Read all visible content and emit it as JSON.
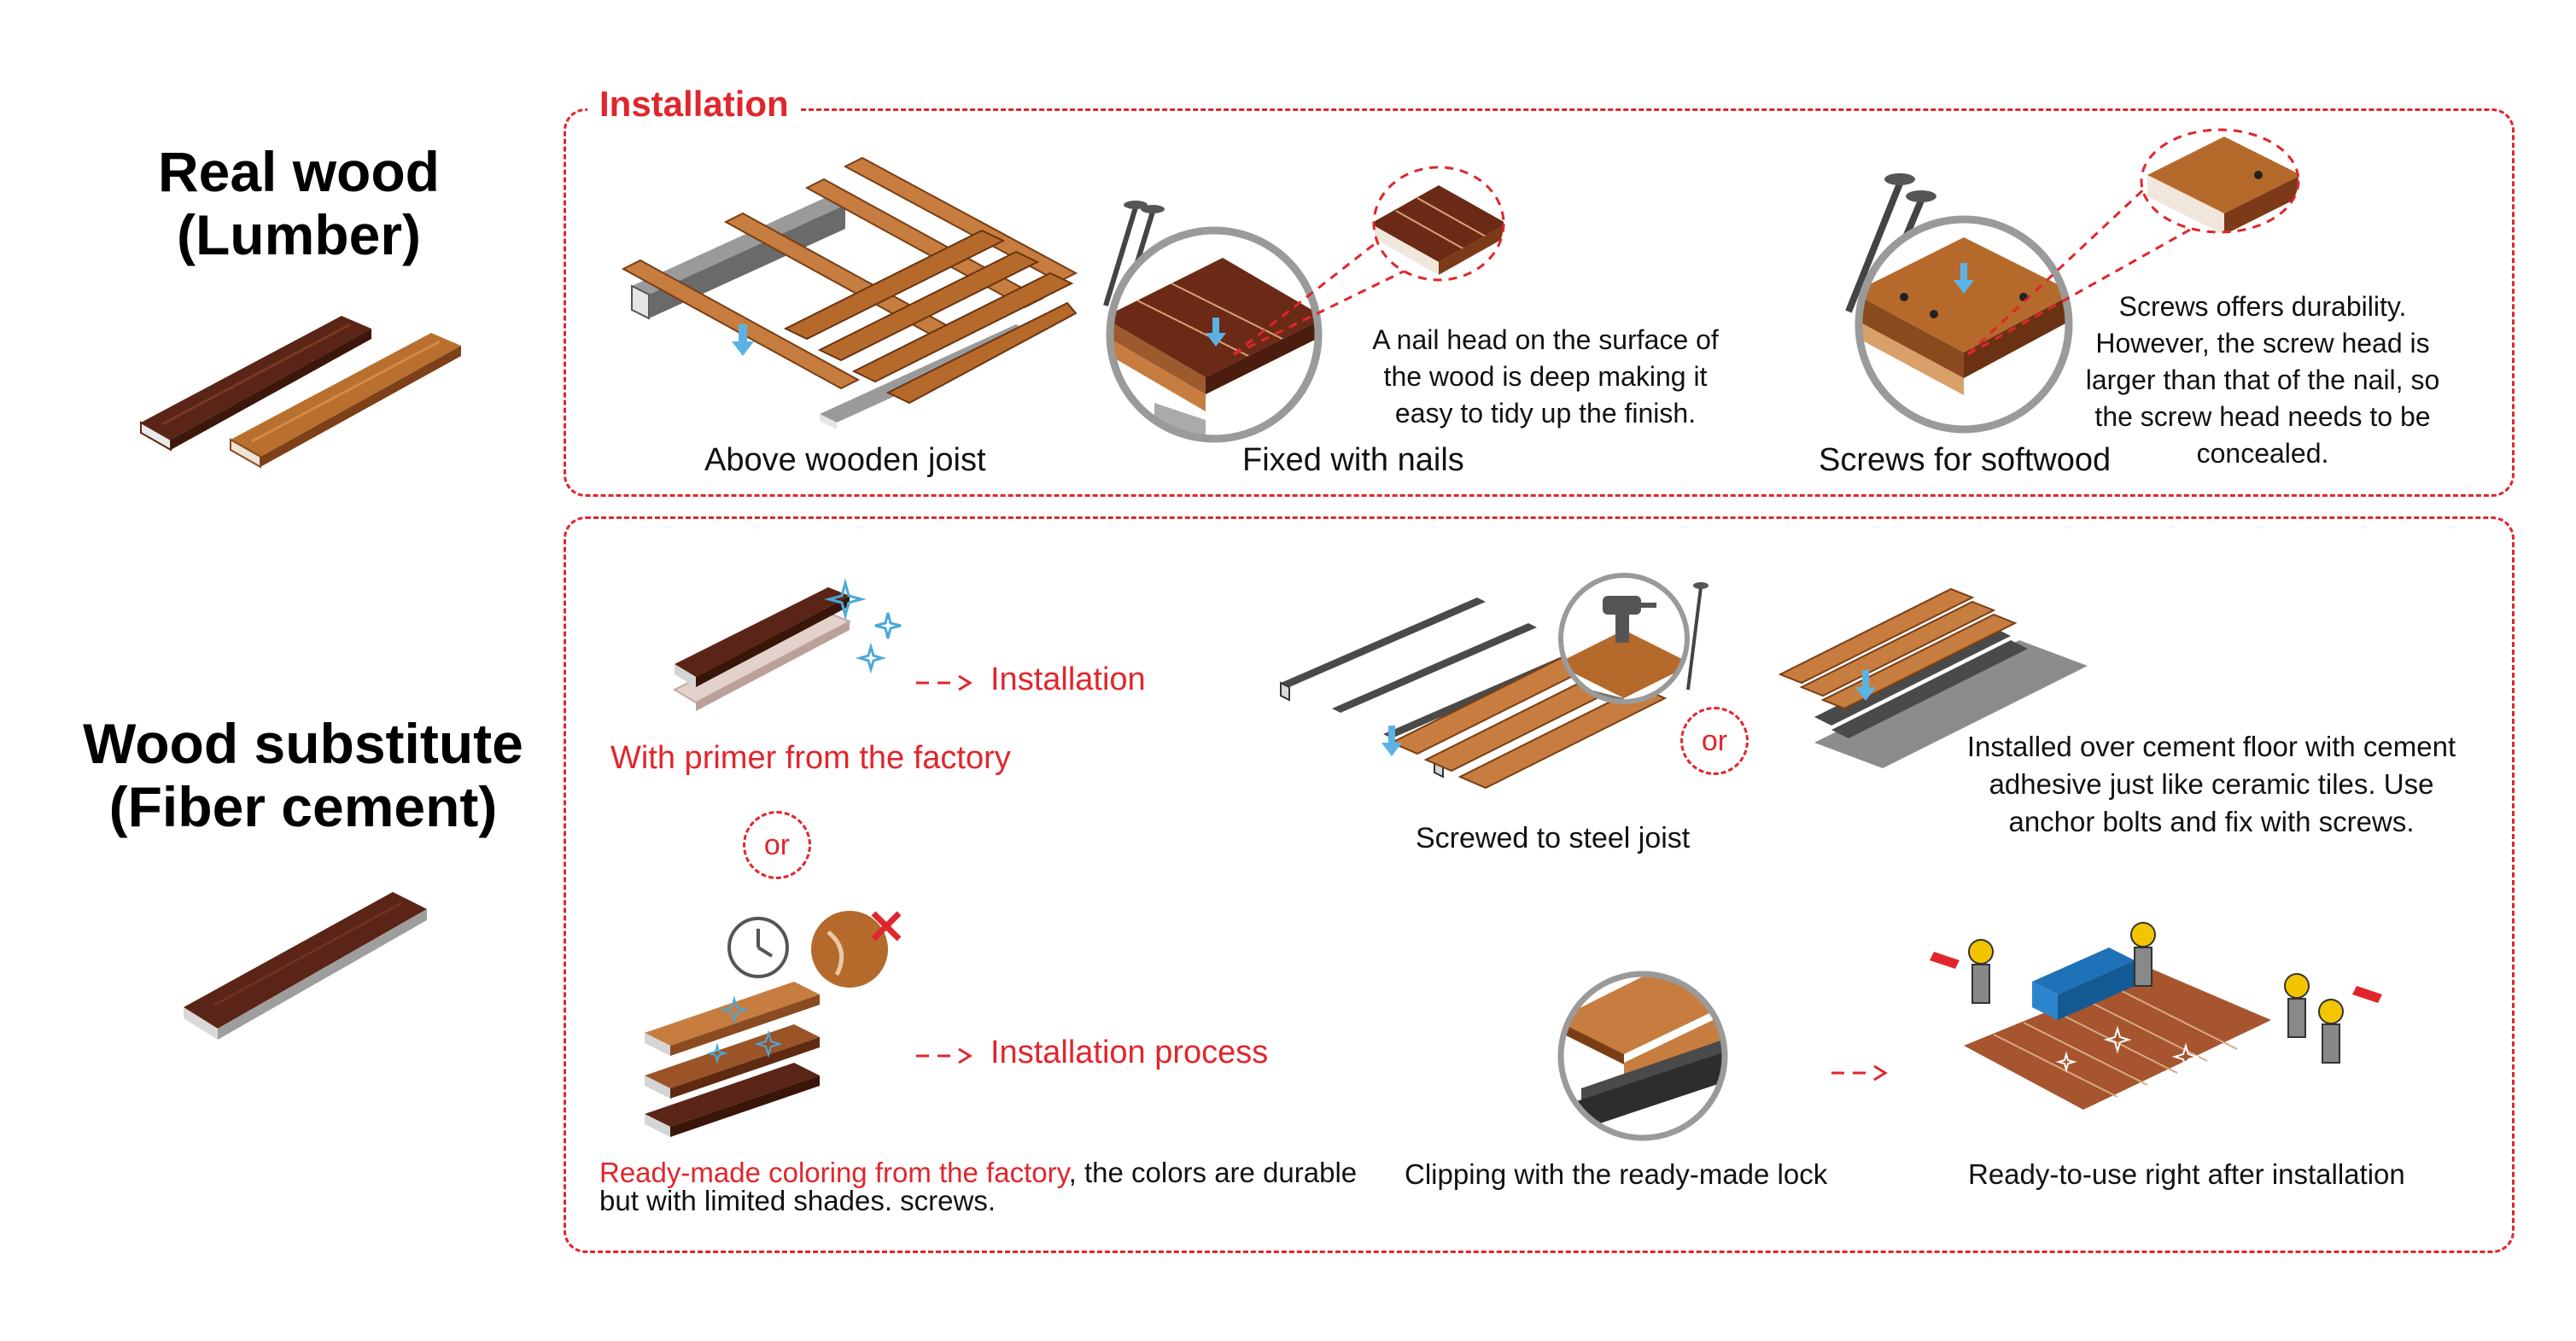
{
  "colors": {
    "accent": "#e0262c",
    "wood_dark": "#5a2516",
    "wood_mid": "#9a5428",
    "wood_light": "#c77d3f",
    "steel": "#6f6f6f",
    "concrete": "#8c8c8c"
  },
  "real_wood": {
    "title_line1": "Real wood",
    "title_line2": "(Lumber)",
    "installation": {
      "label": "Installation",
      "step1_caption": "Above wooden joist",
      "step2_caption": "Fixed with nails",
      "nail_note": "A nail head on the surface of the wood is deep making it easy to tidy up the finish.",
      "step3_caption": "Screws for softwood",
      "screw_note": "Screws offers durability. However, the screw head is larger than that of the nail, so the screw head needs to be concealed."
    }
  },
  "wood_substitute": {
    "title_line1": "Wood substitute",
    "title_line2": "(Fiber cement)",
    "primer_arrow_label": "Installation",
    "primer_caption": "With primer from the factory",
    "or_label": "or",
    "steel_caption": "Screwed to steel joist",
    "cement_note": "Installed over cement floor with cement adhesive just like ceramic tiles. Use anchor bolts and fix with screws.",
    "colored_arrow_label": "Installation process",
    "colored_caption_red": "Ready-made coloring from the factory",
    "colored_caption_rest": ", the colors are durable",
    "colored_caption_line2": "but with limited shades. screws.",
    "clip_caption": "Clipping with the ready-made lock",
    "ready_caption": "Ready-to-use right after installation"
  },
  "icons": [
    "lumber-planks-icon",
    "fiber-cement-plank-icon",
    "wooden-joist-icon",
    "nail-icon",
    "screw-icon",
    "clock-icon",
    "x-mark-icon",
    "drill-icon",
    "sparkle-icon",
    "dashed-arrow-icon",
    "worker-icon",
    "sofa-icon"
  ]
}
